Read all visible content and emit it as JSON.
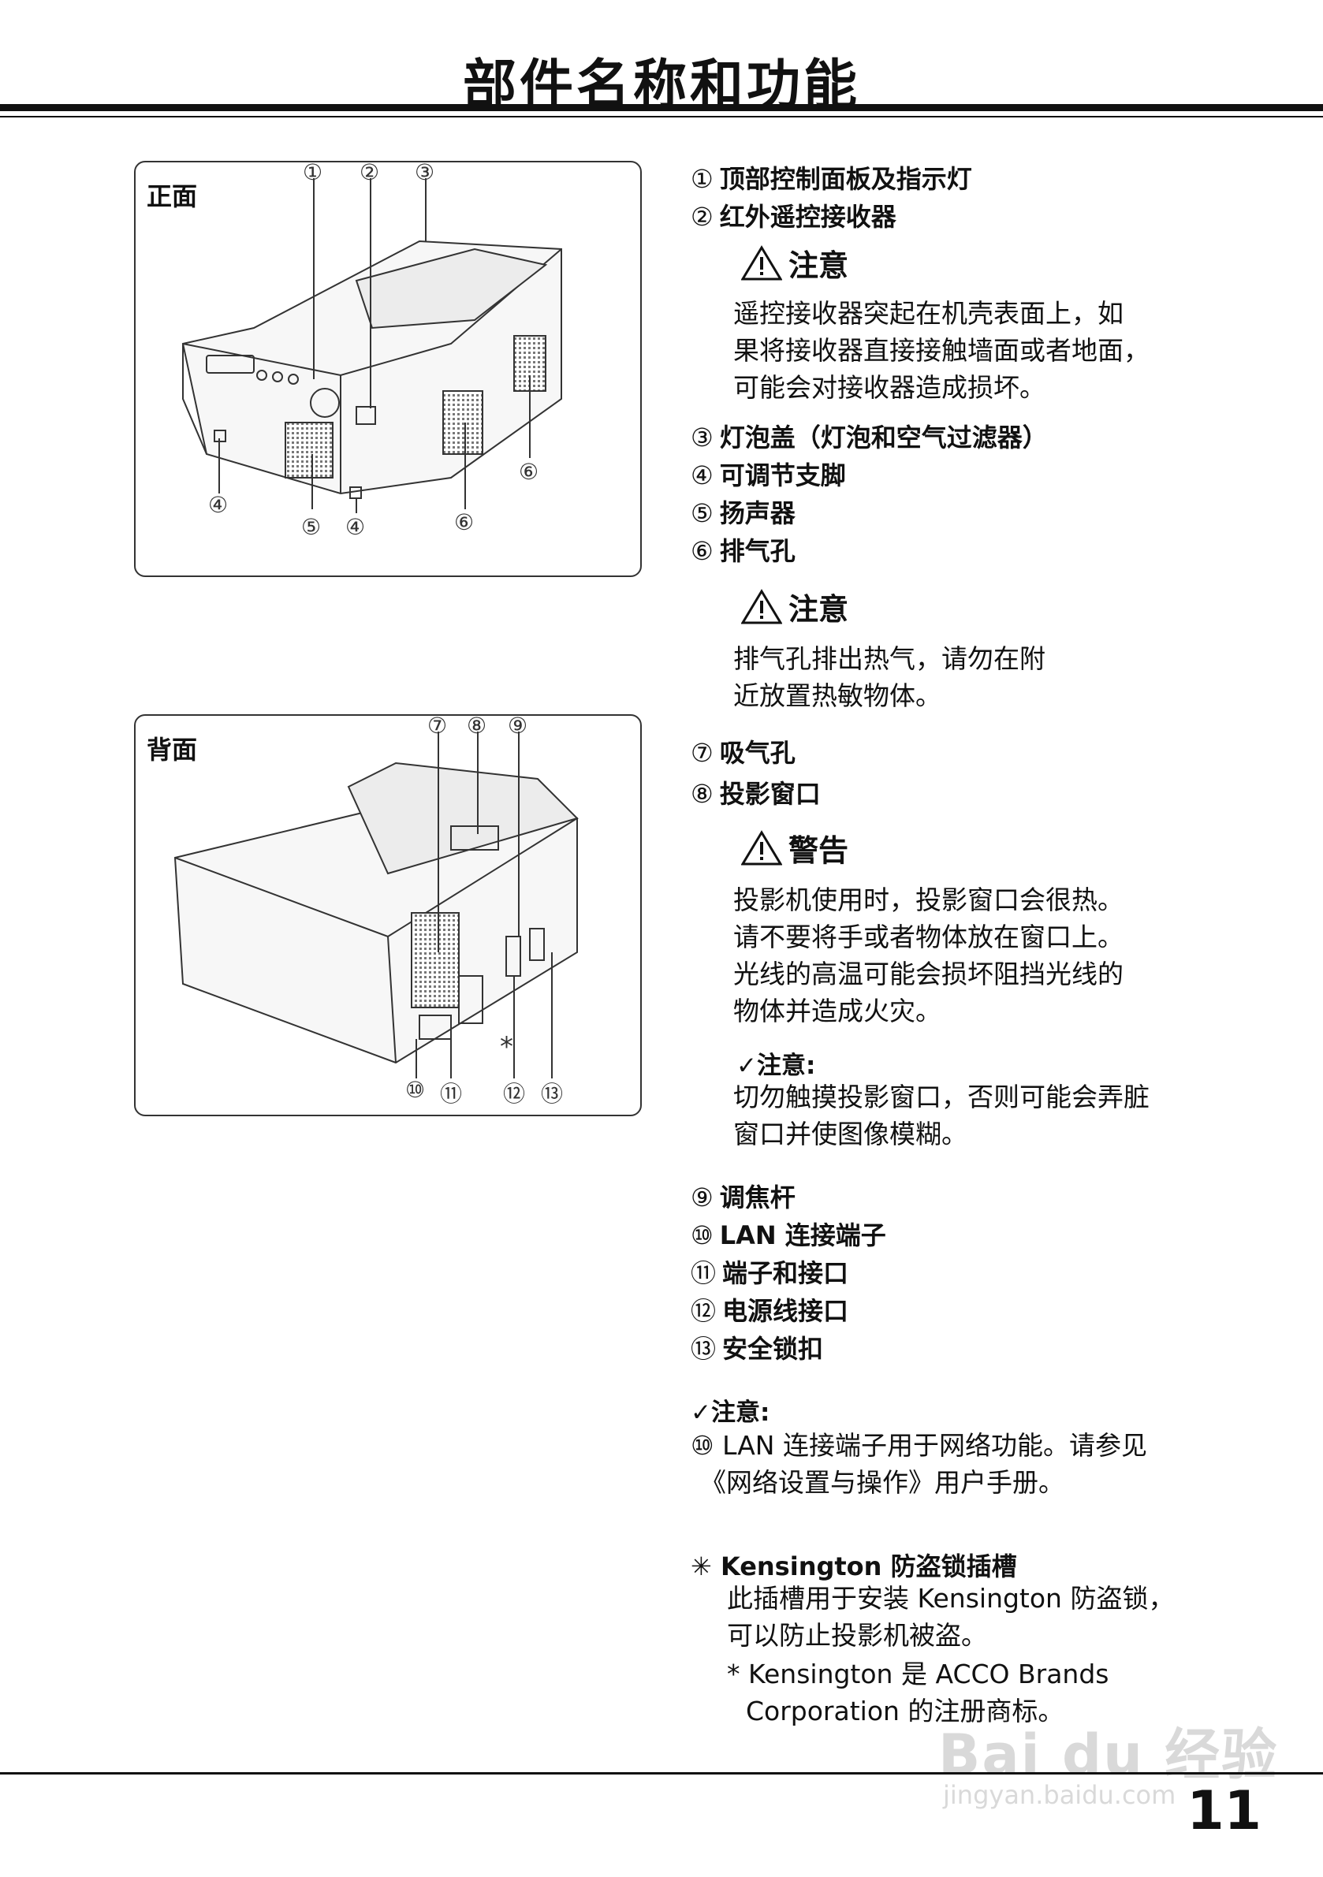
{
  "header": {
    "title": "部件名称和功能"
  },
  "front_panel": {
    "label": "正面",
    "callouts": [
      "①",
      "②",
      "③",
      "④",
      "⑤",
      "④",
      "⑥",
      "⑥"
    ]
  },
  "back_panel": {
    "label": "背面",
    "callouts": [
      "⑦",
      "⑧",
      "⑨",
      "⑩",
      "⑪",
      "⑫",
      "⑬",
      "*"
    ]
  },
  "items_front": [
    {
      "num": "①",
      "label": "顶部控制面板及指示灯"
    },
    {
      "num": "②",
      "label": "红外遥控接收器"
    }
  ],
  "caution1": {
    "title": "注意",
    "lines": [
      "遥控接收器突起在机壳表面上，如",
      "果将接收器直接接触墙面或者地面，",
      "可能会对接收器造成损坏。"
    ]
  },
  "items_mid": [
    {
      "num": "③",
      "label": "灯泡盖（灯泡和空气过滤器）"
    },
    {
      "num": "④",
      "label": "可调节支脚"
    },
    {
      "num": "⑤",
      "label": "扬声器"
    },
    {
      "num": "⑥",
      "label": "排气孔"
    }
  ],
  "caution2": {
    "title": "注意",
    "lines": [
      "排气孔排出热气，请勿在附",
      "近放置热敏物体。"
    ]
  },
  "items_back": [
    {
      "num": "⑦",
      "label": "吸气孔"
    },
    {
      "num": "⑧",
      "label": "投影窗口"
    }
  ],
  "warning": {
    "title": "警告",
    "lines": [
      "投影机使用时，投影窗口会很热。",
      "请不要将手或者物体放在窗口上。",
      "光线的高温可能会损坏阻挡光线的",
      "物体并造成火灾。"
    ],
    "note_title": "✓注意:",
    "note_lines": [
      "切勿触摸投影窗口，否则可能会弄脏",
      "窗口并使图像模糊。"
    ]
  },
  "items_rest": [
    {
      "num": "⑨",
      "label": "调焦杆"
    },
    {
      "num": "⑩",
      "label": "LAN 连接端子"
    },
    {
      "num": "⑪",
      "label": "端子和接口"
    },
    {
      "num": "⑫",
      "label": "电源线接口"
    },
    {
      "num": "⑬",
      "label": "安全锁扣"
    }
  ],
  "note_lan": {
    "title": "✓注意:",
    "lines": [
      "⑩ LAN 连接端子用于网络功能。请参见",
      "《网络设置与操作》用户手册。"
    ]
  },
  "kensington": {
    "title": "✳ Kensington 防盗锁插槽",
    "lines": [
      "此插槽用于安装 Kensington 防盗锁，",
      "可以防止投影机被盗。"
    ],
    "footnote": [
      "* Kensington 是 ACCO Brands",
      "Corporation 的注册商标。"
    ]
  },
  "page_number": "11",
  "watermark": {
    "main": "Bai du 经验",
    "sub": "jingyan.baidu.com"
  }
}
